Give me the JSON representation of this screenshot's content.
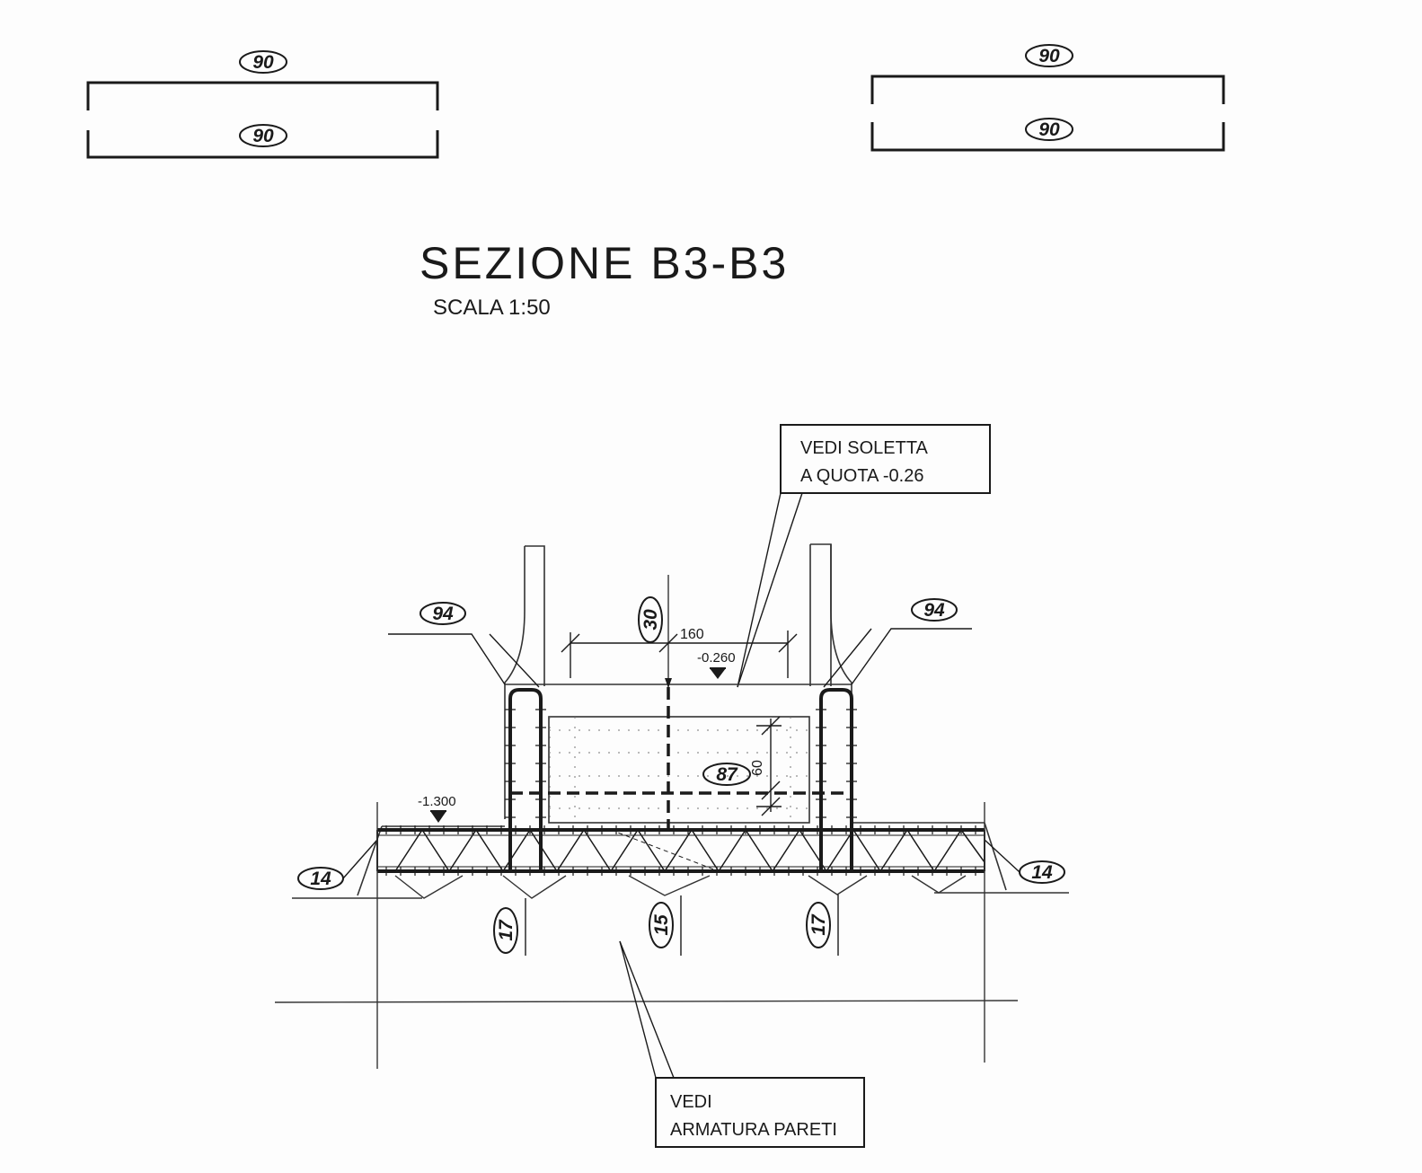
{
  "drawing": {
    "title": "SEZIONE B3-B3",
    "scale": "SCALA 1:50"
  },
  "bar_marks": {
    "top_left_upper": "90",
    "top_left_lower": "90",
    "top_right_upper": "90",
    "top_right_lower": "90",
    "wall_left": "94",
    "wall_right": "94",
    "vertical_center": "30",
    "inner_slab": "87",
    "slab_left": "14",
    "slab_right": "14",
    "bottom_left": "17",
    "bottom_center": "15",
    "bottom_right": "17"
  },
  "notes": {
    "top_line1": "VEDI SOLETTA",
    "top_line2": "A QUOTA -0.26",
    "bottom_line1": "VEDI",
    "bottom_line2": "ARMATURA PARETI"
  },
  "dimensions": {
    "width": "160",
    "height": "60"
  },
  "levels": {
    "upper": "-0.260",
    "lower": "-1.300"
  }
}
